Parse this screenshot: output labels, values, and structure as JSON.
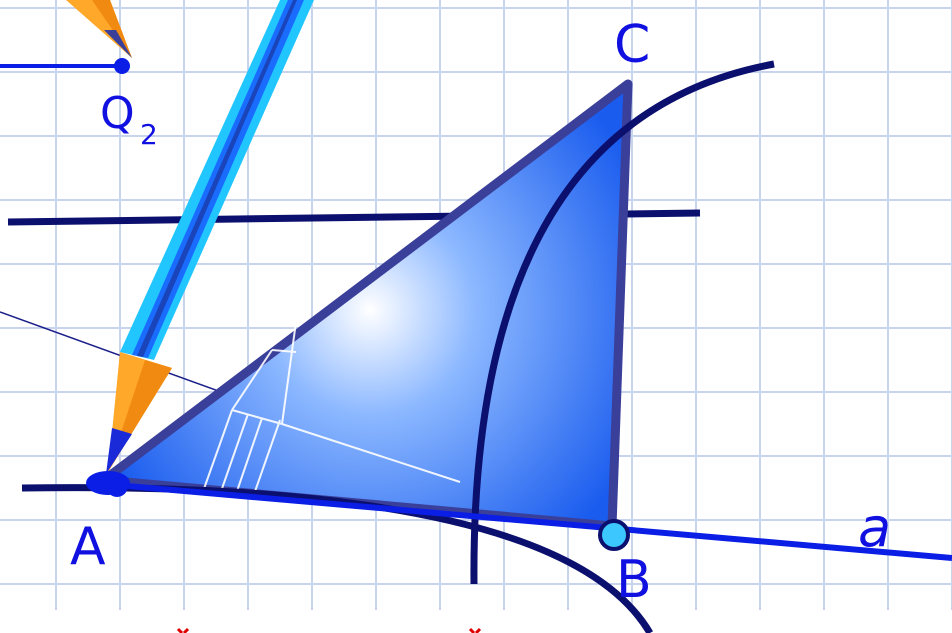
{
  "labels": {
    "q": "Q",
    "q_sub": "2",
    "a_point": "A",
    "b_point": "B",
    "c_point": "C",
    "line_a": "a"
  },
  "colors": {
    "grid": "#c8d4ee",
    "navy": "#0b0f6e",
    "blue": "#0a1ee6",
    "label_blue": "#1010e0",
    "triangle_edge": "#3a3f9a",
    "triangle_fill_light": "#ffffff",
    "triangle_fill_dark": "#1a63f0",
    "pencil_light": "#22c6ff",
    "pencil_mid": "#1a6cff",
    "pencil_dark": "#1b2a8c",
    "pencil_wood": "#ffa82a",
    "point_b_fill": "#3cc8ff",
    "ticks_red": "#e00000"
  },
  "icons": [
    "pencil-icon",
    "set-square-icon"
  ]
}
